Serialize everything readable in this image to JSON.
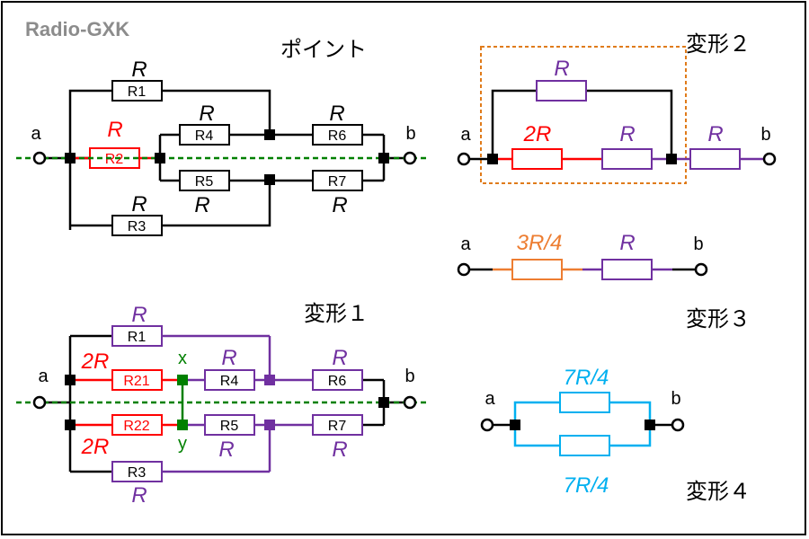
{
  "watermark": "Radio-GXK",
  "point": {
    "title": "ポイント",
    "node_a": "a",
    "node_b": "b",
    "resistors": [
      {
        "name": "R1",
        "value": "R"
      },
      {
        "name": "R2",
        "value": "R"
      },
      {
        "name": "R3",
        "value": "R"
      },
      {
        "name": "R4",
        "value": "R"
      },
      {
        "name": "R5",
        "value": "R"
      },
      {
        "name": "R6",
        "value": "R"
      },
      {
        "name": "R7",
        "value": "R"
      }
    ]
  },
  "henkei1": {
    "title": "変形１",
    "node_a": "a",
    "node_b": "b",
    "node_x": "x",
    "node_y": "y",
    "resistors": [
      {
        "name": "R1",
        "value": "R"
      },
      {
        "name": "R21",
        "value": "2R"
      },
      {
        "name": "R22",
        "value": "2R"
      },
      {
        "name": "R3",
        "value": "R"
      },
      {
        "name": "R4",
        "value": "R"
      },
      {
        "name": "R5",
        "value": "R"
      },
      {
        "name": "R6",
        "value": "R"
      },
      {
        "name": "R7",
        "value": "R"
      }
    ]
  },
  "henkei2": {
    "title": "変形２",
    "node_a": "a",
    "node_b": "b",
    "resistors": [
      {
        "value": "R"
      },
      {
        "value": "2R"
      },
      {
        "value": "R"
      },
      {
        "value": "R"
      }
    ]
  },
  "henkei3": {
    "title": "変形３",
    "node_a": "a",
    "node_b": "b",
    "resistors": [
      {
        "value": "3R/4"
      },
      {
        "value": "R"
      }
    ]
  },
  "henkei4": {
    "title": "変形４",
    "node_a": "a",
    "node_b": "b",
    "resistors": [
      {
        "value": "7R/4"
      },
      {
        "value": "7R/4"
      }
    ]
  },
  "colors": {
    "black": "#000000",
    "red": "#ff0000",
    "purple": "#7030a0",
    "green": "#008000",
    "orange": "#ed7d31",
    "cyan": "#00b0f0",
    "dashed_box": "#e07b1a",
    "watermark": "#8c8c8c"
  }
}
